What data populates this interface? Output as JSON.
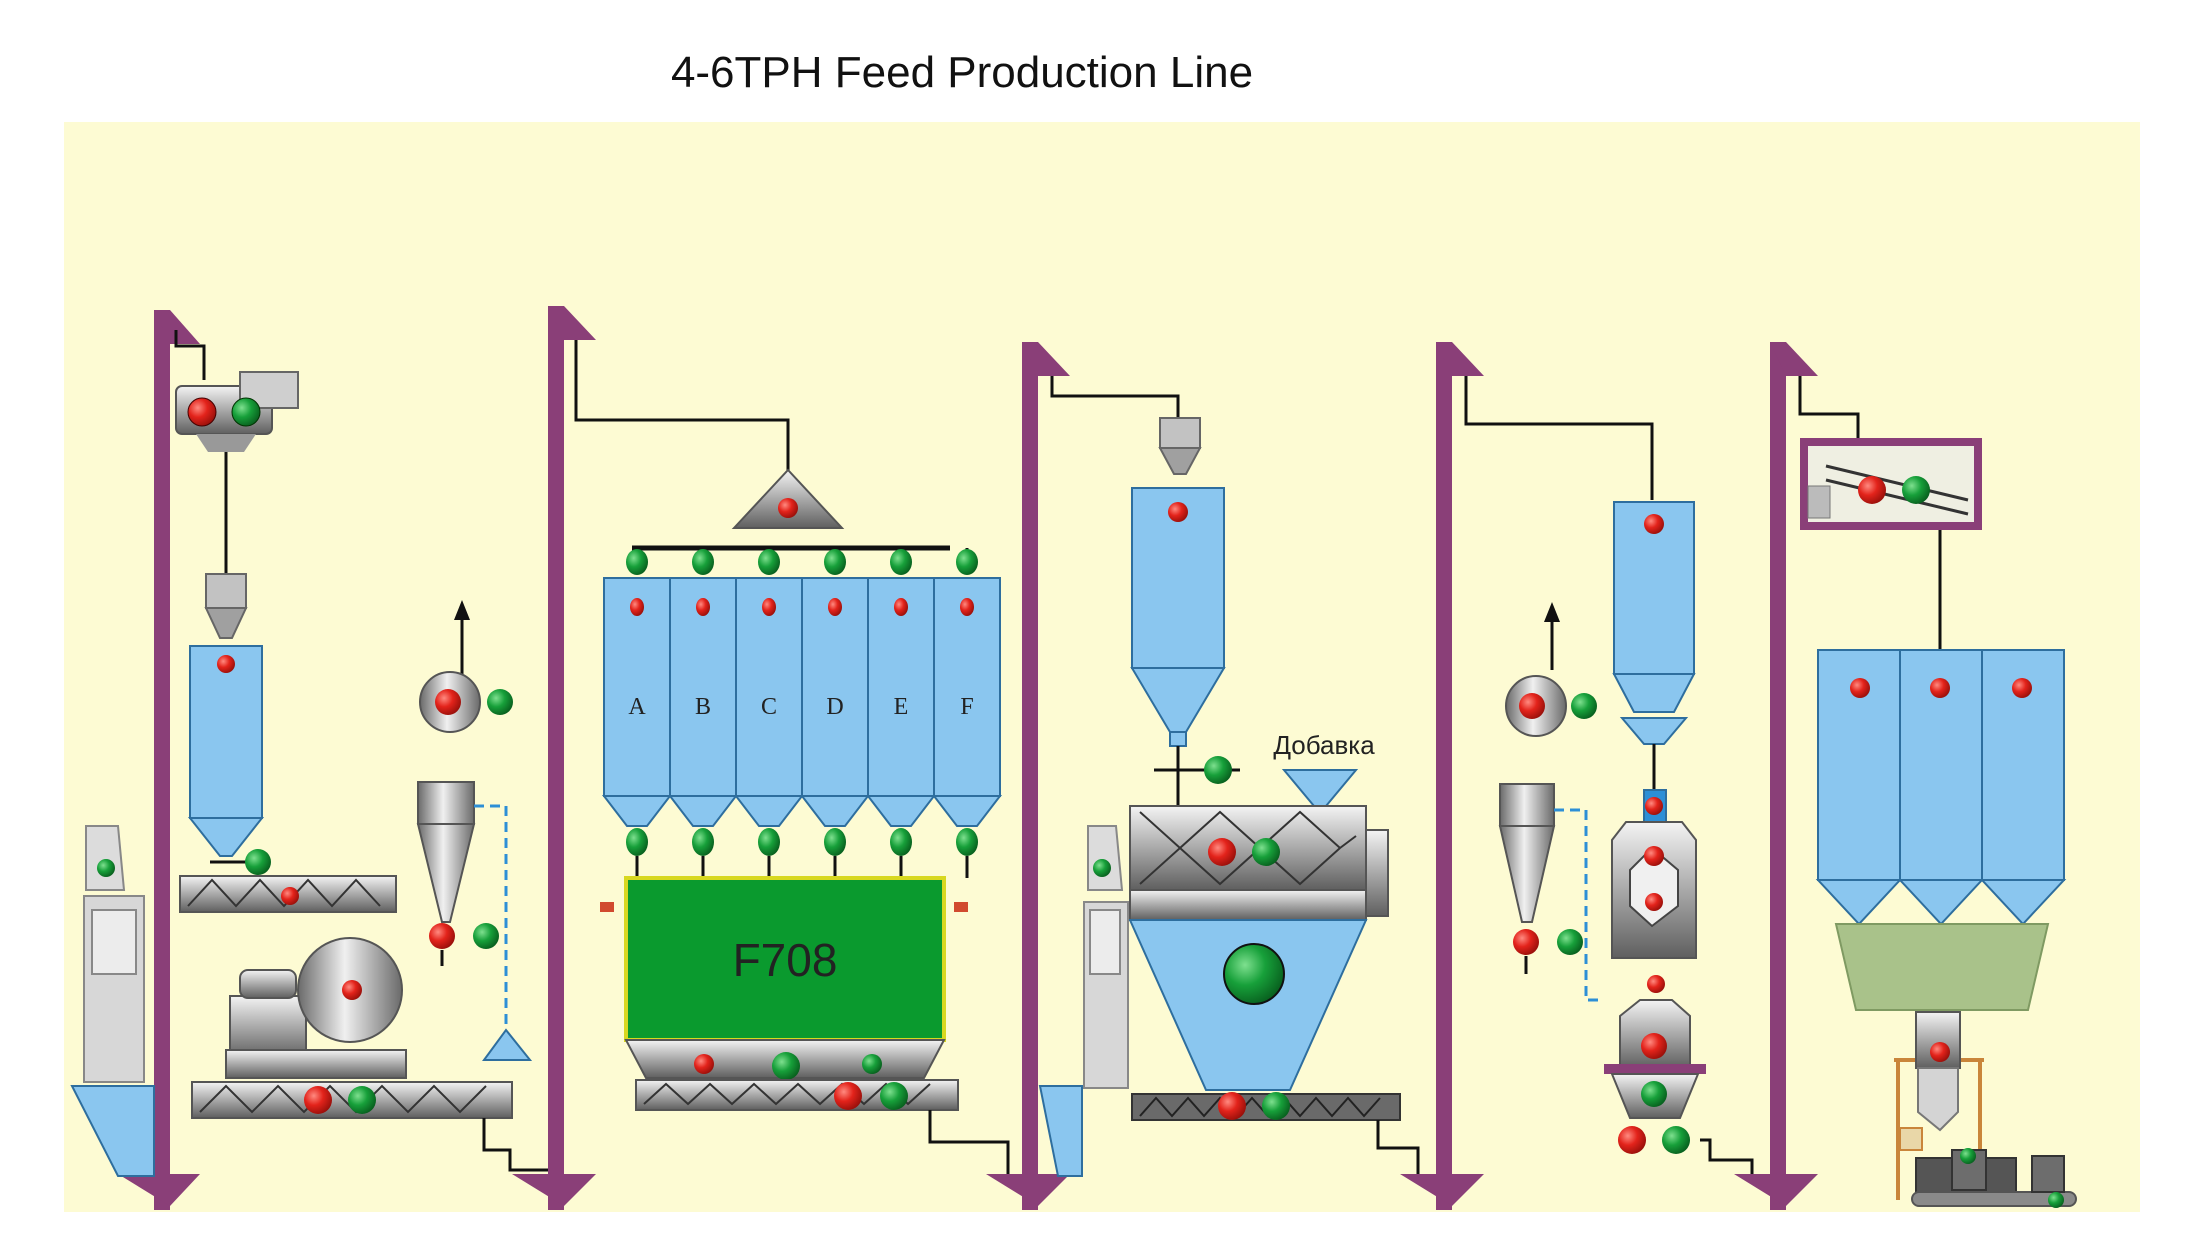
{
  "title": "4-6TPH Feed Production Line",
  "bins": [
    "A",
    "B",
    "C",
    "D",
    "E",
    "F"
  ],
  "mixer": {
    "label": "F708"
  },
  "additive": {
    "label": "Добавка"
  },
  "colors": {
    "background": "#fdfbd3",
    "elevator": "#8a3f78",
    "hopper": "#8ac6ef",
    "machine": "#b5b5b5",
    "mixer": "#0a9a2e",
    "motor_red": "#e3231b",
    "motor_green": "#17a03a",
    "duct": "#2d8fd6",
    "packing_hopper": "#a9c28a"
  }
}
